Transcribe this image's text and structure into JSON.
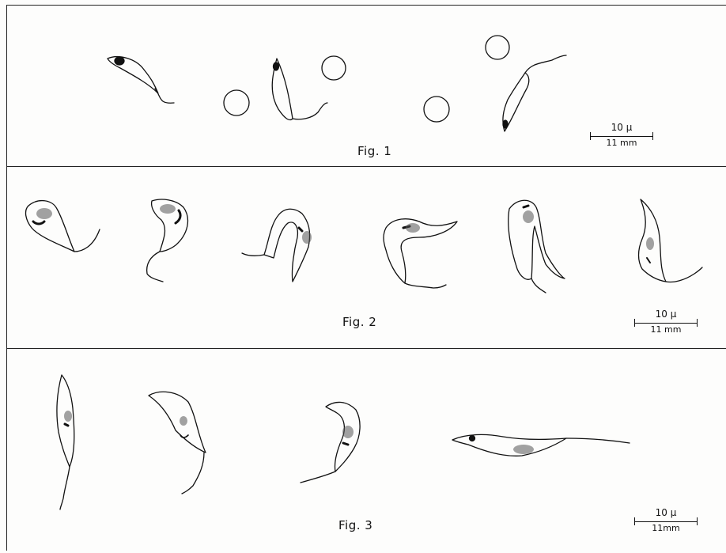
{
  "figures": [
    {
      "label": "Fig. 1",
      "scale": {
        "length": "10 μ",
        "ratio": "11 mm"
      }
    },
    {
      "label": "Fig. 2",
      "scale": {
        "length": "10 μ",
        "ratio": "11 mm"
      }
    },
    {
      "label": "Fig. 3",
      "scale": {
        "length": "10 μ",
        "ratio": "11mm"
      }
    }
  ],
  "colors": {
    "ink": "#111111",
    "paper": "#fdfdfc"
  }
}
